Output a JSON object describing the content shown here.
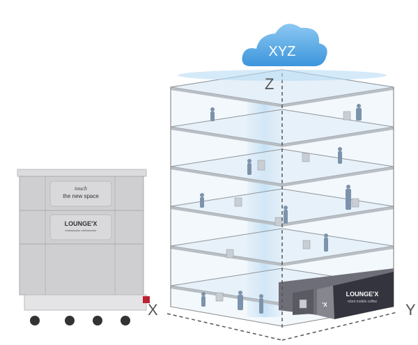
{
  "cloud": {
    "label": "XYZ"
  },
  "axes": {
    "x": "X",
    "y": "Y",
    "z": "Z"
  },
  "crate": {
    "tagline_italic": "touch",
    "tagline": "the new space",
    "brand": "LOUNGE'X",
    "brand_sub": "ambassador ambassador"
  },
  "room": {
    "brand": "LOUNGE'X",
    "sub": "robot mobile coffee",
    "side_mark": "'X"
  },
  "colors": {
    "cloud": "#5aaee8",
    "glass": "#e8f2fa",
    "room": "#3a3a48",
    "crate": "#cfcfd1"
  }
}
